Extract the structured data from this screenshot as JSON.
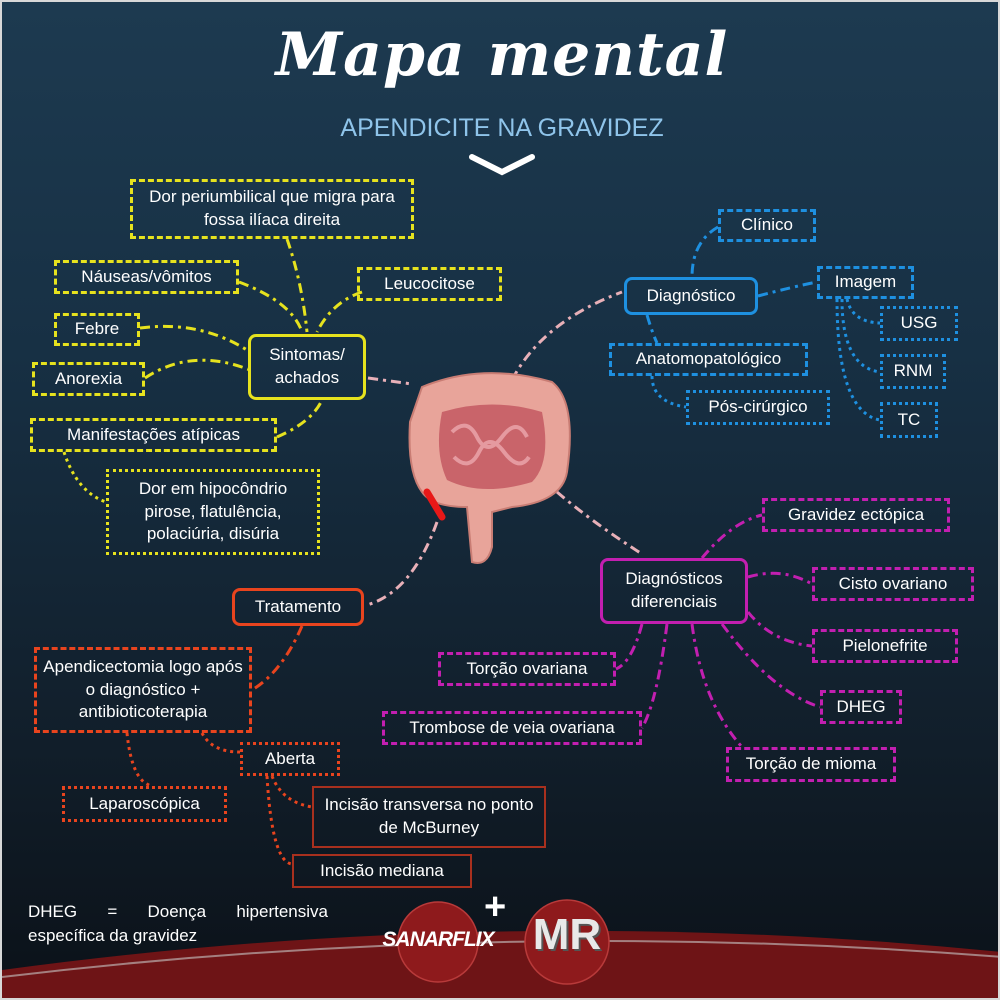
{
  "header": {
    "title": "Mapa mental",
    "subtitle": "APENDICITE NA GRAVIDEZ"
  },
  "sintomas": {
    "center": "Sintomas/ achados",
    "items": [
      "Dor periumbilical que migra para fossa ilíaca direita",
      "Náuseas/vômitos",
      "Leucocitose",
      "Febre",
      "Anorexia",
      "Manifestações atípicas",
      "Dor em hipocôndrio pirose, flatulência, polaciúria, disúria"
    ]
  },
  "diagnostico": {
    "center": "Diagnóstico",
    "items": [
      "Clínico",
      "Imagem",
      "USG",
      "RNM",
      "TC",
      "Anatomopatológico",
      "Pós-cirúrgico"
    ]
  },
  "diferenciais": {
    "center": "Diagnósticos diferenciais",
    "items": [
      "Gravidez ectópica",
      "Cisto ovariano",
      "Pielonefrite",
      "DHEG",
      "Torção de mioma",
      "Torção ovariana",
      "Trombose de veia ovariana"
    ]
  },
  "tratamento": {
    "center": "Tratamento",
    "items": [
      "Apendicectomia logo após o diagnóstico + antibioticoterapia",
      "Aberta",
      "Laparoscópica",
      "Incisão transversa no ponto de McBurney",
      "Incisão mediana"
    ]
  },
  "footnote": "DHEG = Doença hipertensiva específica da gravidez",
  "logos": {
    "left": "SANARFLIX",
    "plus": "+",
    "right": "MR"
  },
  "colors": {
    "sintomas": "#e6e21e",
    "diagnostico": "#1e90e0",
    "diferenciais": "#c21fb0",
    "tratamento": "#e8441e"
  }
}
